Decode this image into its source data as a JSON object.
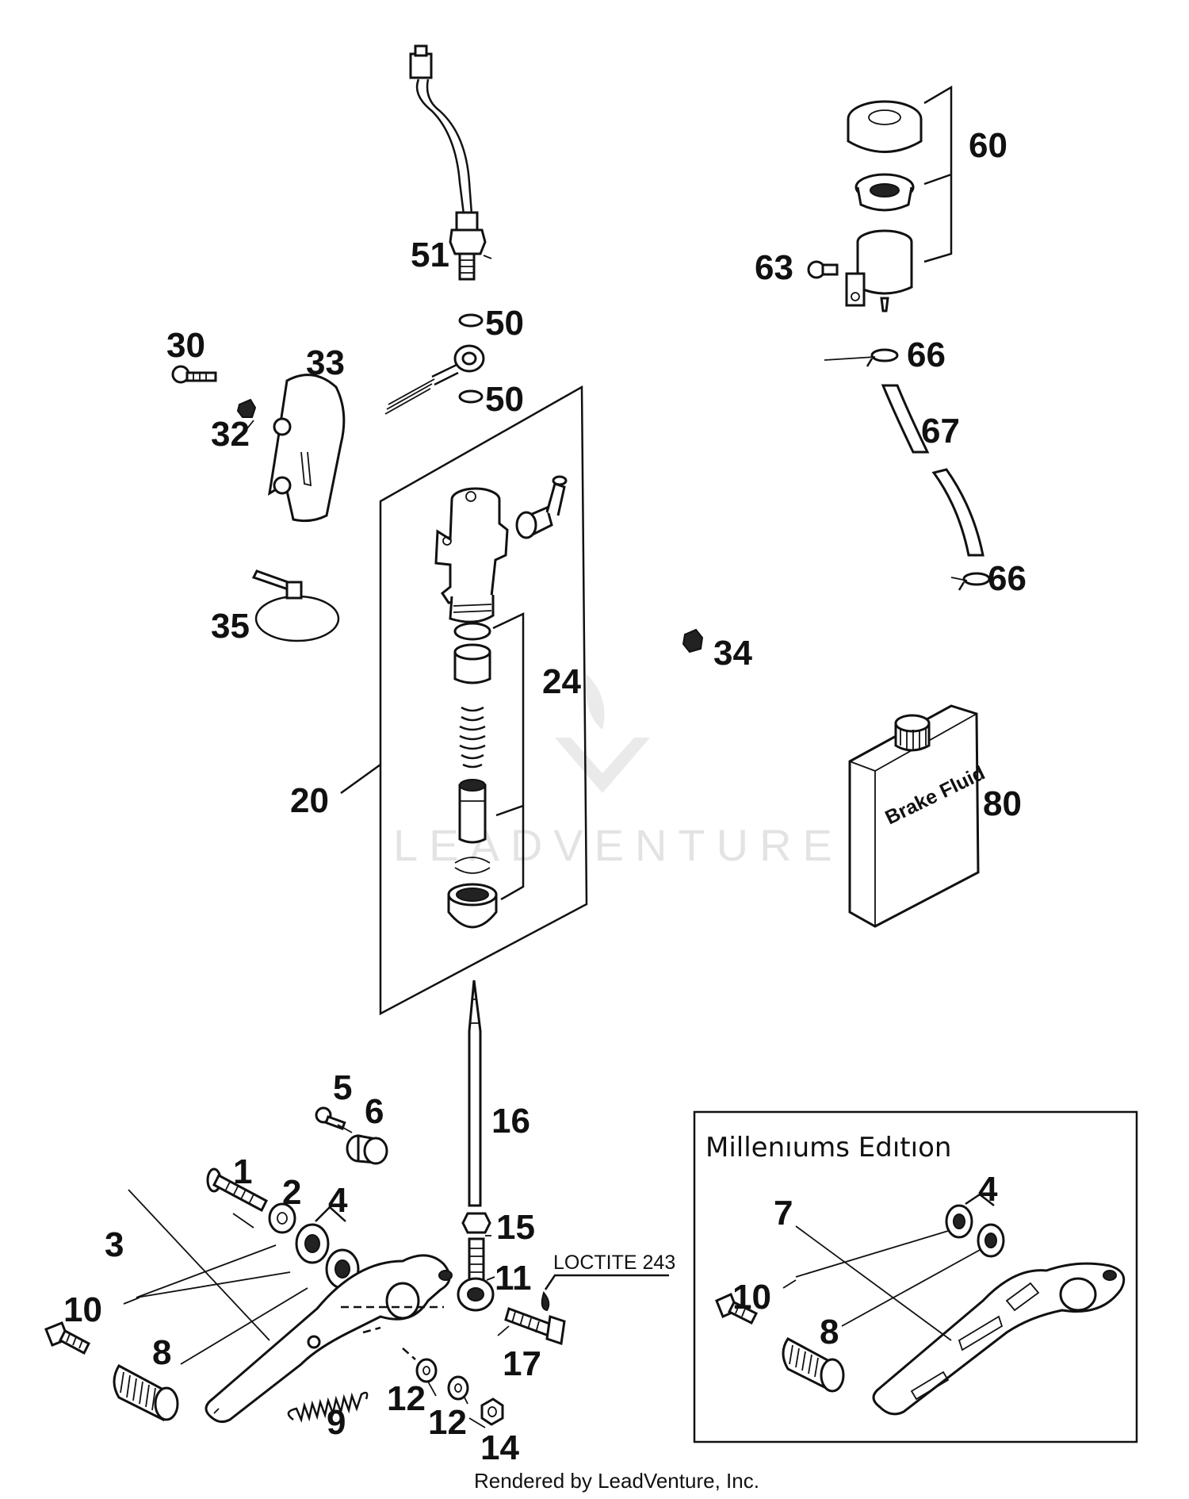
{
  "callouts": {
    "c51": "51",
    "c50a": "50",
    "c50b": "50",
    "c60": "60",
    "c63": "63",
    "c66a": "66",
    "c67": "67",
    "c66b": "66",
    "c30": "30",
    "c33": "33",
    "c32": "32",
    "c35": "35",
    "c24": "24",
    "c20": "20",
    "c34": "34",
    "c80": "80",
    "c16": "16",
    "c5": "5",
    "c6": "6",
    "c1": "1",
    "c2": "2",
    "c4": "4",
    "c15": "15",
    "c3": "3",
    "c11": "11",
    "c10": "10",
    "c8": "8",
    "c17": "17",
    "c12a": "12",
    "c12b": "12",
    "c9": "9",
    "c14": "14",
    "m4": "4",
    "m7": "7",
    "m10": "10",
    "m8": "8"
  },
  "notes": {
    "loctite": "LOCTITE 243",
    "brake_fluid": "Brake Fluid",
    "inset_title": "Millenıums Edıtıon",
    "watermark": "LEADVENTURE"
  },
  "footer": "Rendered by LeadVenture, Inc."
}
